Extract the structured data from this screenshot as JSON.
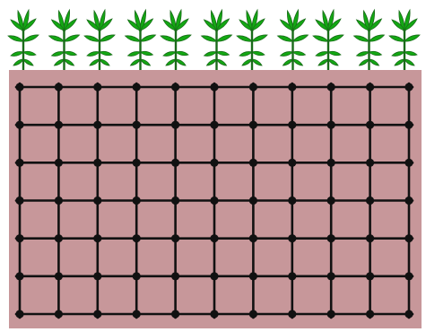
{
  "diagram": {
    "soil_color": "#c7979a",
    "grid_color": "#111111",
    "plant_color": "#13a813",
    "stem_color": "#1a6b1a",
    "background_color": "#ffffff",
    "plant_count": 11,
    "grid_columns": 11,
    "grid_rows": 7
  }
}
